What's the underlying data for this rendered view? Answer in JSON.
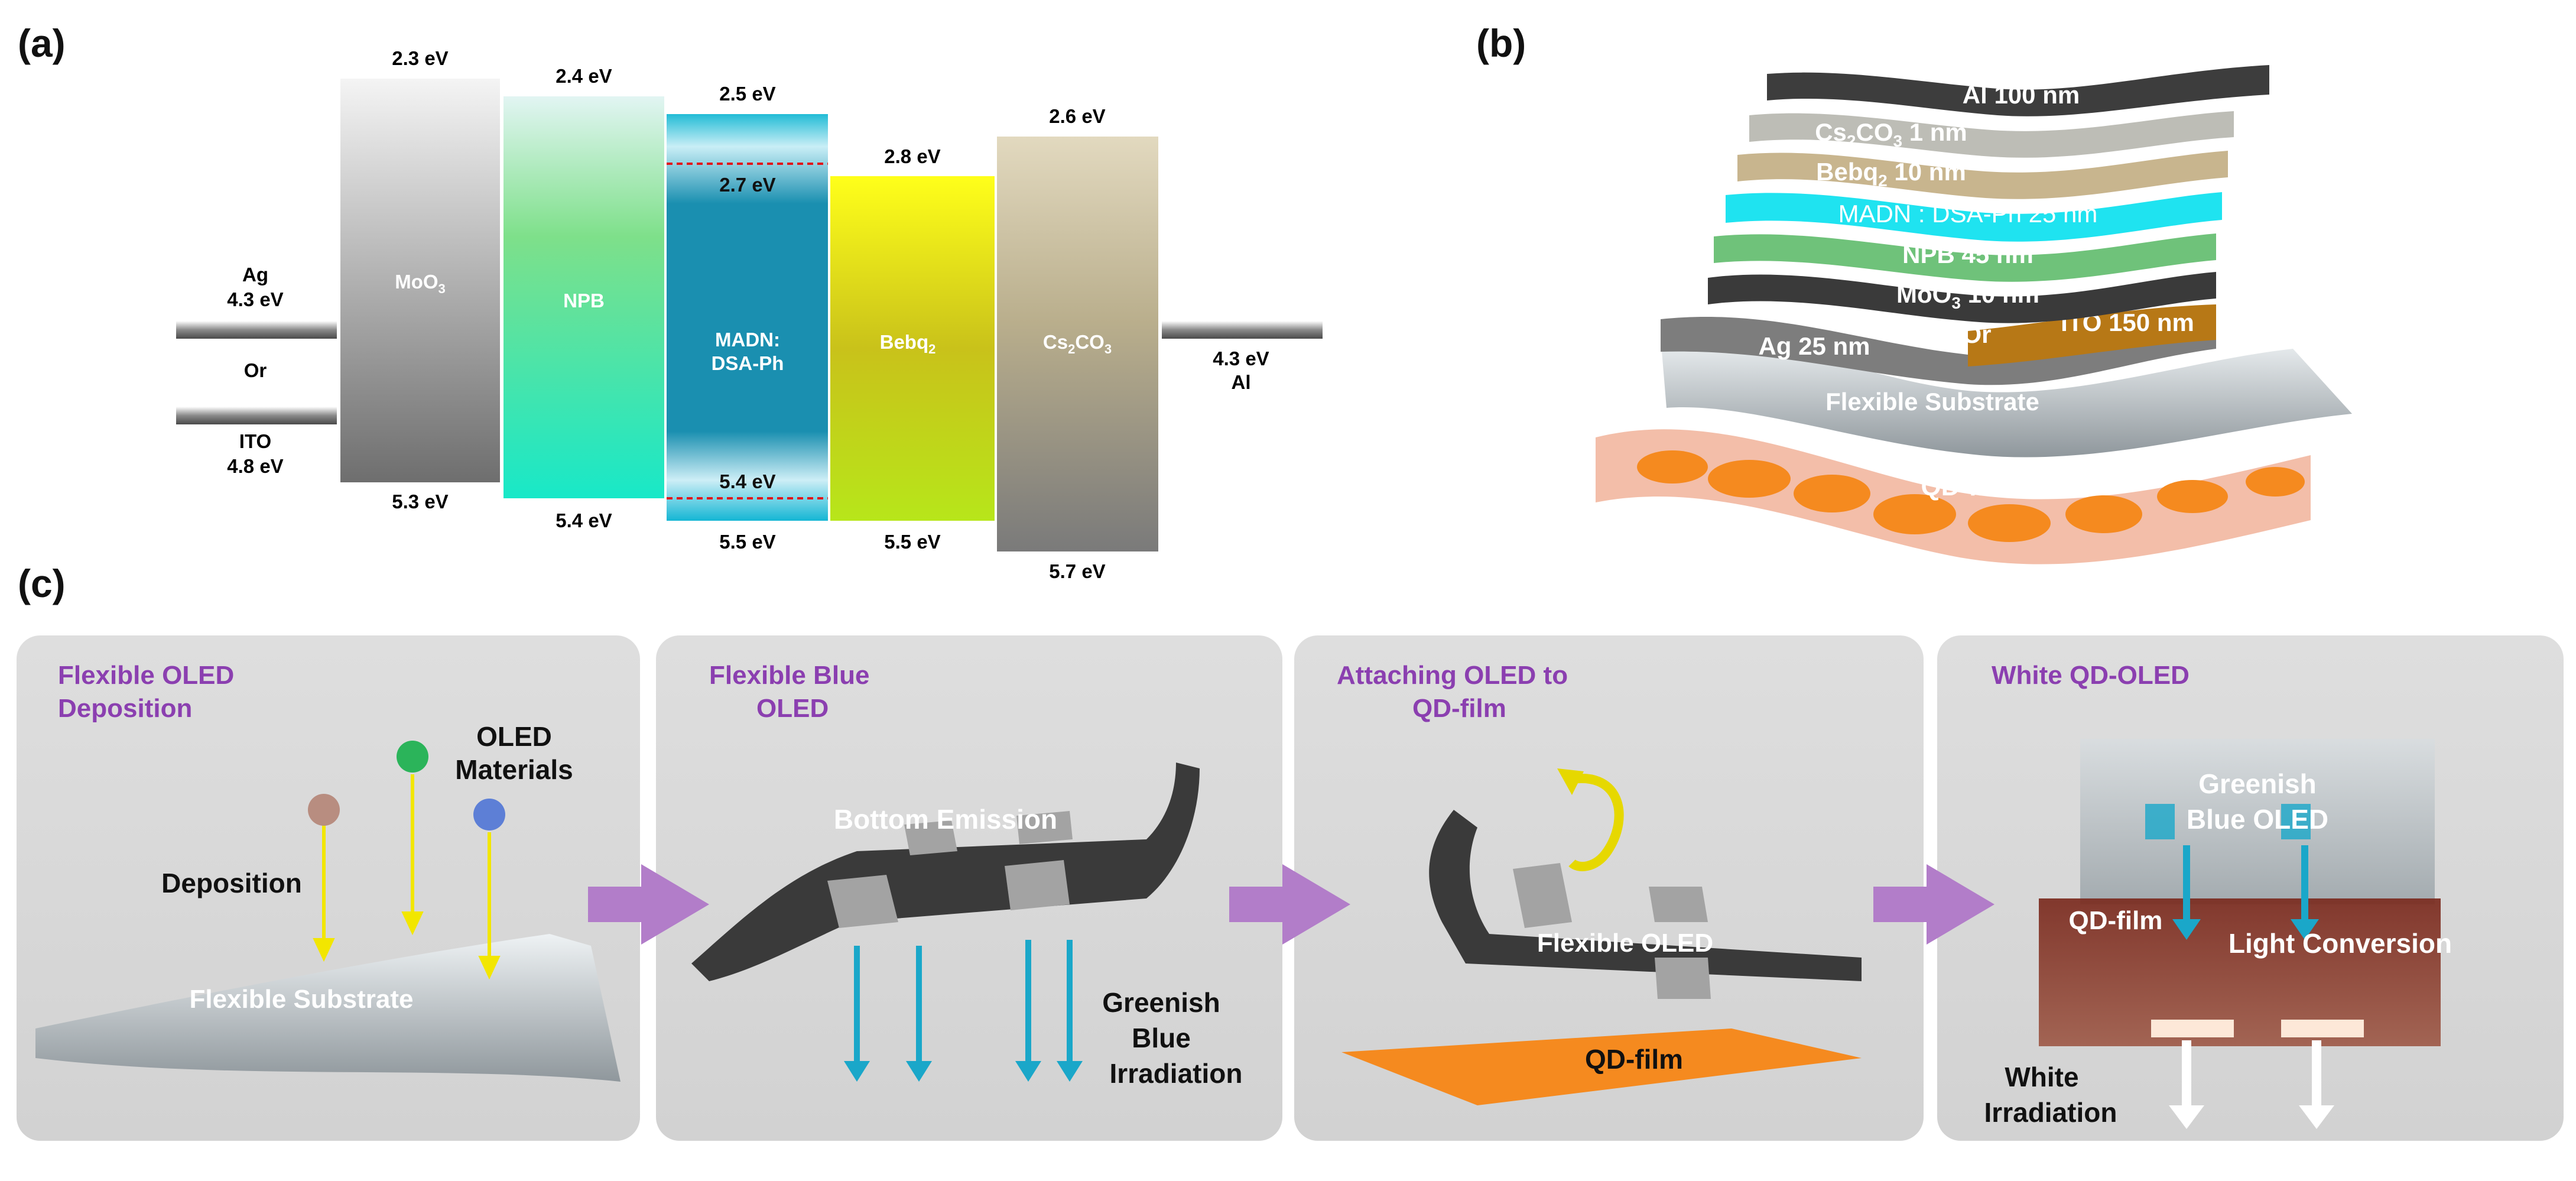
{
  "panel_labels": {
    "a": "(a)",
    "b": "(b)",
    "c": "(c)"
  },
  "energy_diagram": {
    "electrodes": {
      "ag": "Ag",
      "ag_value": "4.3 eV",
      "or": "Or",
      "ito": "ITO",
      "ito_value": "4.8 eV",
      "al_value": "4.3 eV",
      "al": "Al"
    },
    "layers": [
      {
        "name": "MoO",
        "sub": "3",
        "top": "2.3 eV",
        "bottom": "5.3 eV"
      },
      {
        "name": "NPB",
        "sub": "",
        "top": "2.4 eV",
        "bottom": "5.4 eV"
      },
      {
        "name": "MADN:",
        "name2": "DSA-Ph",
        "top": "2.5 eV",
        "bottom": "5.5 eV",
        "inner_top": "2.7 eV",
        "inner_bottom": "5.4 eV"
      },
      {
        "name": "Bebq",
        "sub": "2",
        "top": "2.8 eV",
        "bottom": "5.5 eV"
      },
      {
        "name": "Cs",
        "sub": "2",
        "name_tail": "CO",
        "sub2": "3",
        "top": "2.6 eV",
        "bottom": "5.7 eV"
      }
    ]
  },
  "device_stack": {
    "al": "Al 100 nm",
    "cs2co3_a": "Cs",
    "cs2co3_s1": "2",
    "cs2co3_b": "CO",
    "cs2co3_s2": "3",
    "cs2co3_c": " 1 nm",
    "bebq_a": "Bebq",
    "bebq_s": "2",
    "bebq_b": " 10 nm",
    "madn": "MADN : DSA-Ph 25 nm",
    "npb": "NPB 45 nm",
    "moo3_a": "MoO",
    "moo3_s": "3",
    "moo3_b": " 10 nm",
    "ag": "Ag 25 nm",
    "or": "Or",
    "ito": "ITO 150 nm",
    "substrate": "Flexible Substrate",
    "qd": "QD-film"
  },
  "process": {
    "step1": {
      "title1": "Flexible OLED",
      "title2": "Deposition",
      "materials1": "OLED",
      "materials2": "Materials",
      "deposition": "Deposition",
      "substrate": "Flexible Substrate"
    },
    "step2": {
      "title1": "Flexible Blue",
      "title2": "OLED",
      "emission": "Bottom Emission",
      "irr1": "Greenish",
      "irr2": "Blue",
      "irr3": "Irradiation"
    },
    "step3": {
      "title1": "Attaching OLED to",
      "title2": "QD-film",
      "oled": "Flexible OLED",
      "qd": "QD-film"
    },
    "step4": {
      "title": "White QD-OLED",
      "oled1": "Greenish",
      "oled2": "Blue OLED",
      "qd": "QD-film",
      "conv": "Light Conversion",
      "white1": "White",
      "white2": "Irradiation"
    }
  },
  "colors": {
    "step_title": "#8b3fb0",
    "step_box": "#d9d9d9",
    "cyan_arrow": "#1aa7c9",
    "yellow_arrow": "#f2e600",
    "process_arrow": "#b27dc9",
    "qd_orange": "#f58a1f"
  }
}
